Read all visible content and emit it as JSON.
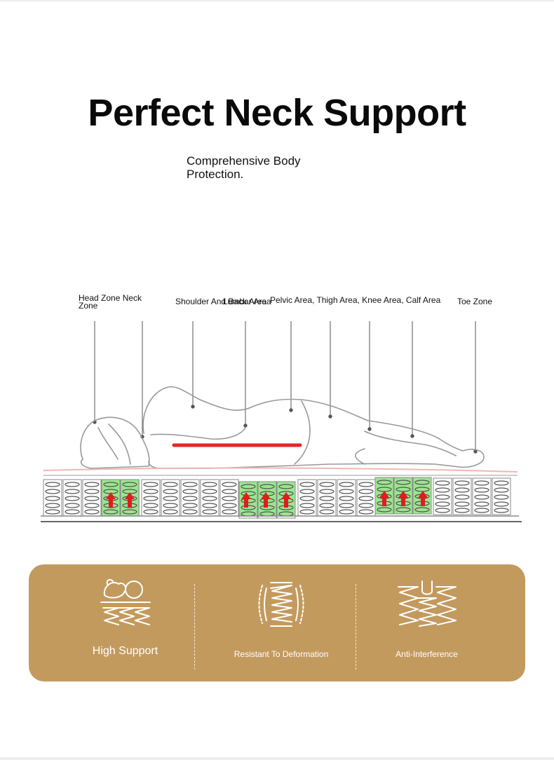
{
  "title": "Perfect Neck Support",
  "subtitle": "Comprehensive Body Protection.",
  "zones": {
    "head_neck": "Head Zone Neck Zone",
    "shoulder_back": "Shoulder And Back Area",
    "lumbar": "Lumbar Area",
    "lower": "Pelvic Area, Thigh Area, Knee Area, Calf Area",
    "toe": "Toe Zone"
  },
  "features": [
    {
      "label": "High Support",
      "icon": "baby-on-springs-icon"
    },
    {
      "label": "Resistant To Deformation",
      "icon": "compressed-spring-icon"
    },
    {
      "label": "Anti-Interference",
      "icon": "independent-springs-icon"
    }
  ],
  "colors": {
    "panel": "#c39a5e",
    "support_zone": "#9be58f",
    "arrow": "#e01c1c",
    "spine": "#e32626"
  }
}
